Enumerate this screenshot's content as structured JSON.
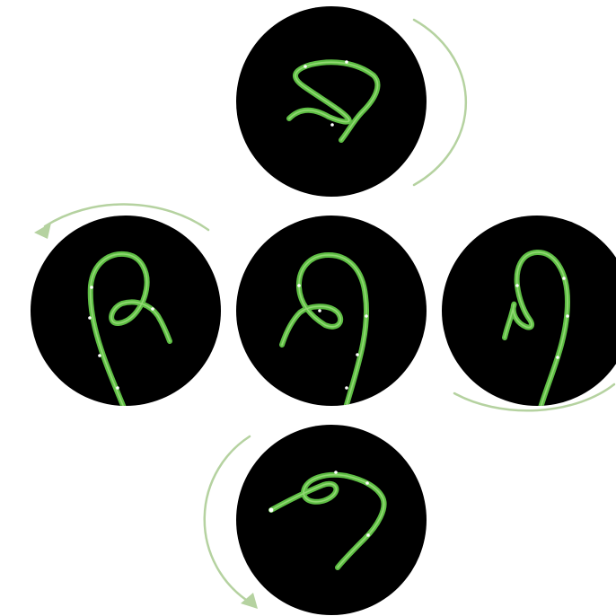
{
  "colors": {
    "background": "#ffffff",
    "disc": "#000000",
    "curve": "#5fbf45",
    "curve_highlight": "#9fe07f",
    "arrow": "#b5d2a0",
    "marker": "#ffffff"
  },
  "views": [
    {
      "id": "top",
      "label": ""
    },
    {
      "id": "left",
      "label": ""
    },
    {
      "id": "center",
      "label": ""
    },
    {
      "id": "right",
      "label": ""
    },
    {
      "id": "bottom",
      "label": ""
    }
  ],
  "arrows": [
    {
      "id": "top-right",
      "direction": "clockwise"
    },
    {
      "id": "upper-left",
      "direction": "counterclockwise"
    },
    {
      "id": "lower-right",
      "direction": "clockwise"
    },
    {
      "id": "lower-left",
      "direction": "counterclockwise"
    }
  ]
}
